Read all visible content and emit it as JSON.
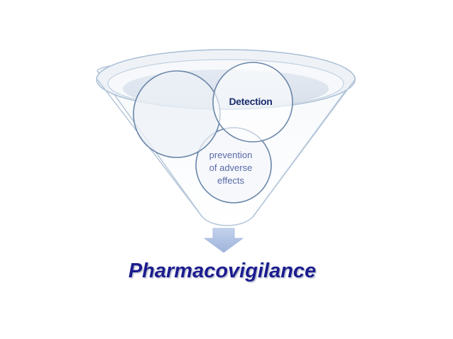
{
  "diagram": {
    "circles": [
      {
        "label": ""
      },
      {
        "label": "Detection"
      },
      {
        "label_lines": [
          "prevention",
          "of adverse",
          "effects"
        ]
      }
    ],
    "title": "Pharmacovigilance"
  },
  "colors": {
    "funnel_outline": "#a8bfd6",
    "funnel_fill_top": "#f2f6fa",
    "funnel_inner": "#dfe6ef",
    "circle_stroke": "#6a86a8",
    "detection_text": "#1a2f6e",
    "prevention_text": "#5a6aa6",
    "arrow": "#a9bde0",
    "title": "#1f1f8f"
  }
}
